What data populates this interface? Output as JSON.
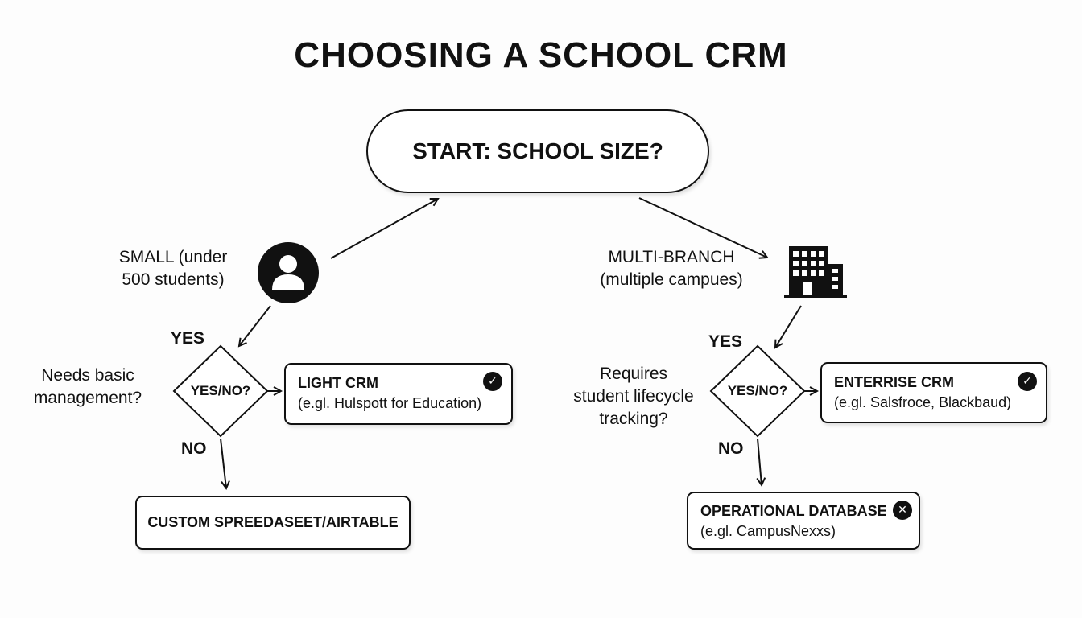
{
  "title": "CHOOSING A SCHOOL CRM",
  "start": "START: SCHOOL SIZE?",
  "left": {
    "size_label_line1": "SMALL (under",
    "size_label_line2": "500 students)",
    "icon": "person-icon",
    "yes_label": "YES",
    "no_label": "NO",
    "question_line1": "Needs basic",
    "question_line2": "management?",
    "decision": "YES/NO?",
    "yes_box": {
      "title": "LIGHT CRM",
      "subtitle": "(e.gl. Hulspott for Education)",
      "badge": "check-icon"
    },
    "no_box": {
      "title": "CUSTOM SPREEDASEET/AIRTABLE"
    }
  },
  "right": {
    "size_label_line1": "MULTI-BRANCH",
    "size_label_line2": "(multiple campues)",
    "icon": "building-icon",
    "yes_label": "YES",
    "no_label": "NO",
    "question_line1": "Requires",
    "question_line2": "student lifecycle",
    "question_line3": "tracking?",
    "decision": "YES/NO?",
    "yes_box": {
      "title": "ENTERRISE CRM",
      "subtitle": "(e.gl. Salsfroce, Blackbaud)",
      "badge": "check-icon"
    },
    "no_box": {
      "title": "OPERATIONAL DATABASE",
      "subtitle": "(e.gl. CampusNexxs)",
      "badge": "x-icon"
    }
  },
  "colors": {
    "ink": "#111111",
    "background": "#fdfdfd"
  }
}
